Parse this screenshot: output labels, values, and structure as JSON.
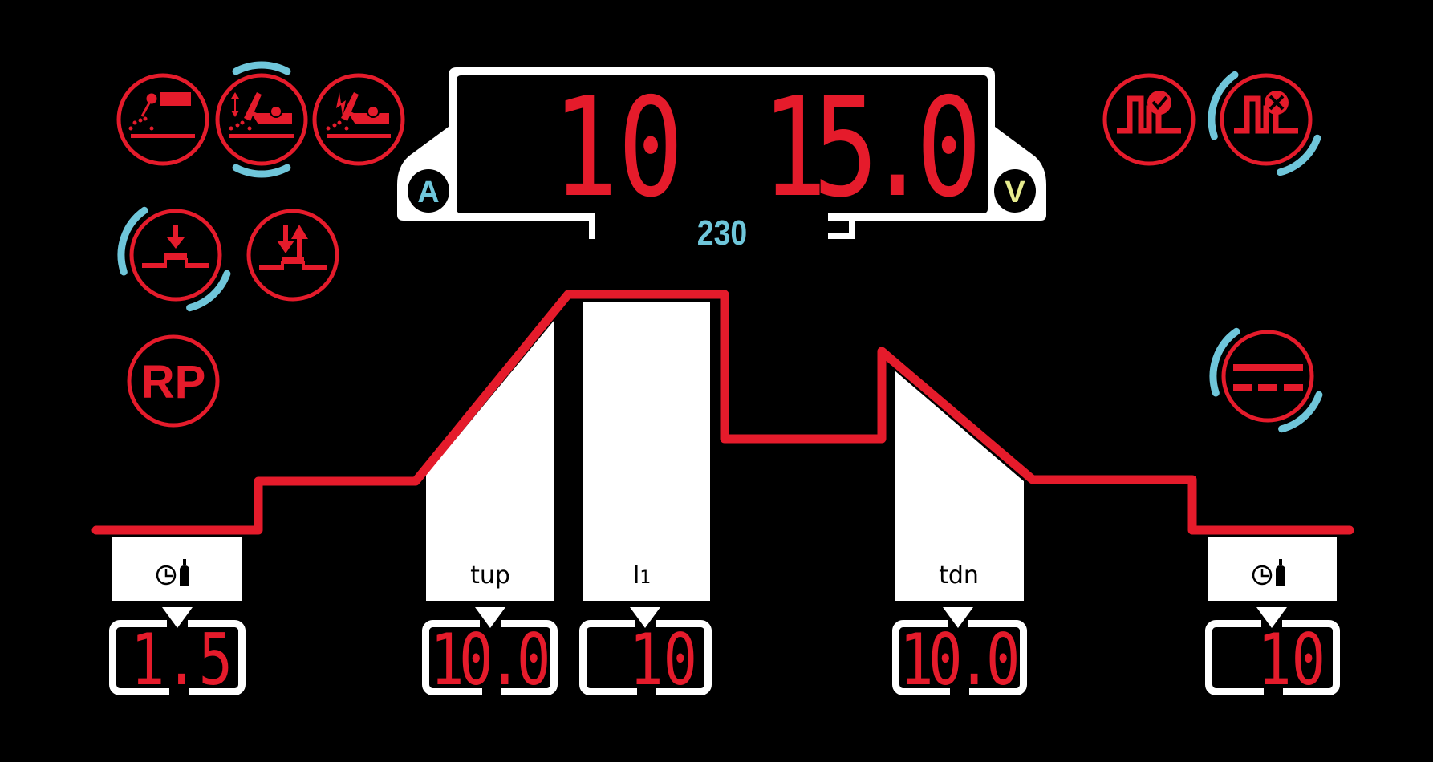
{
  "colors": {
    "red": "#e51b2b",
    "cyan": "#6fc6da",
    "white": "#ffffff",
    "yellow": "#e7ec8e",
    "background": "#000000"
  },
  "mode_buttons": [
    {
      "icon": "mma-stick-electrode-icon",
      "selected": false
    },
    {
      "icon": "tig-lift-arc-icon",
      "selected": true
    },
    {
      "icon": "tig-hf-start-icon",
      "selected": false
    }
  ],
  "trigger_buttons": [
    {
      "icon": "2t-trigger-icon",
      "selected": true
    },
    {
      "icon": "4t-trigger-icon",
      "selected": false
    }
  ],
  "rp_button": {
    "label": "RP"
  },
  "pulse_buttons": [
    {
      "icon": "pulse-on-icon",
      "selected": false
    },
    {
      "icon": "pulse-off-icon",
      "selected": true
    }
  ],
  "dc_button": {
    "icon": "dc-current-icon",
    "selected": true
  },
  "main_display": {
    "current": "10",
    "voltage": "15.0",
    "current_unit": "A",
    "voltage_unit": "V",
    "mains_voltage": "230"
  },
  "parameters": [
    {
      "id": "pre-gas",
      "label_icon": "clock-gas-icon",
      "value": "1.5"
    },
    {
      "id": "tup",
      "label": "tup",
      "value": "10.0"
    },
    {
      "id": "i1",
      "label": "I",
      "label_sub": "1",
      "value": "10"
    },
    {
      "id": "tdn",
      "label": "tdn",
      "value": "10.0"
    },
    {
      "id": "post-gas",
      "label_icon": "clock-gas-icon",
      "value": "10"
    }
  ]
}
